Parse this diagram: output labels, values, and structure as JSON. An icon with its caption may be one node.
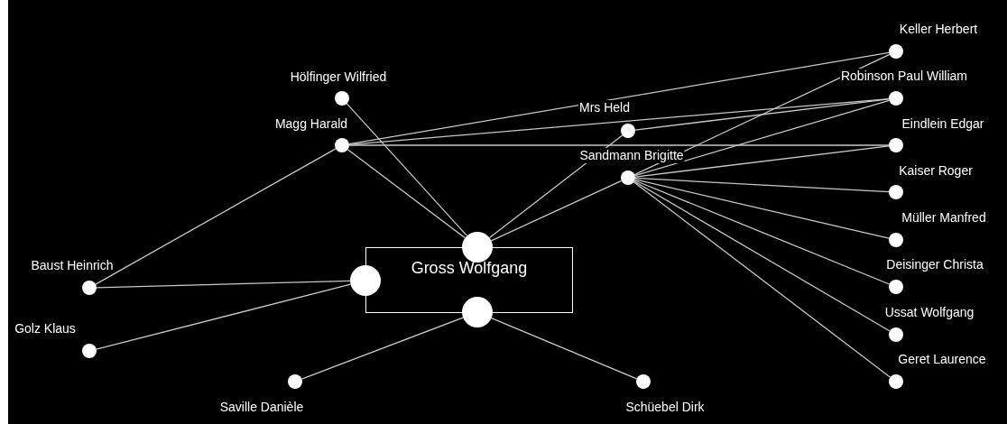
{
  "diagram": {
    "nodes": [
      {
        "text": [],
        "shape": "circle",
        "beside": [
          "Hölfinger Wilfried"
        ]
      },
      {
        "text": [],
        "shape": "circle",
        "beside": [
          "Magg Harald"
        ]
      },
      {
        "text": [],
        "shape": "circle",
        "beside": [
          "Mrs Held"
        ]
      },
      {
        "text": [],
        "shape": "circle",
        "beside": [
          "Sandmann Brigitte"
        ]
      },
      {
        "text": [],
        "shape": "circle",
        "beside": [
          "Keller Herbert"
        ]
      },
      {
        "text": [],
        "shape": "circle",
        "beside": [
          "Robinson Paul William"
        ]
      },
      {
        "text": [],
        "shape": "circle",
        "beside": [
          "Eindlein Edgar"
        ]
      },
      {
        "text": [],
        "shape": "circle",
        "beside": [
          "Kaiser Roger"
        ]
      },
      {
        "text": [],
        "shape": "circle",
        "beside": [
          "Müller Manfred"
        ]
      },
      {
        "text": [],
        "shape": "circle",
        "beside": [
          "Deisinger Christa"
        ]
      },
      {
        "text": [],
        "shape": "circle",
        "beside": [
          "Ussat Wolfgang"
        ]
      },
      {
        "text": [],
        "shape": "circle",
        "beside": [
          "Geret Laurence"
        ]
      },
      {
        "text": [],
        "shape": "circle",
        "beside": [
          "Baust Heinrich"
        ]
      },
      {
        "text": [],
        "shape": "circle",
        "beside": [
          "Golz Klaus"
        ]
      },
      {
        "text": [],
        "shape": "circle",
        "beside": [
          "Saville Danièle"
        ]
      },
      {
        "text": [],
        "shape": "circle",
        "beside": [
          "Schüebel Dirk"
        ]
      },
      {
        "text": [
          "Gross Wolfgang"
        ]
      },
      {
        "text": [],
        "shape": "circle"
      },
      {
        "text": [],
        "shape": "circle"
      },
      {
        "text": [],
        "shape": "circle"
      }
    ],
    "edges": [
      {
        "from": 0,
        "to": 17,
        "arrow": "none"
      },
      {
        "from": 1,
        "to": 17,
        "arrow": "none"
      },
      {
        "from": 1,
        "to": 4,
        "arrow": "none"
      },
      {
        "from": 1,
        "to": 5,
        "arrow": "none"
      },
      {
        "from": 1,
        "to": 6,
        "arrow": "none"
      },
      {
        "from": 12,
        "to": 1,
        "arrow": "none"
      },
      {
        "from": 12,
        "to": 18,
        "arrow": "none"
      },
      {
        "from": 13,
        "to": 18,
        "arrow": "none"
      },
      {
        "from": 2,
        "to": 17,
        "arrow": "none"
      },
      {
        "from": 2,
        "to": 5,
        "arrow": "none"
      },
      {
        "from": 3,
        "to": 17,
        "arrow": "none"
      },
      {
        "from": 3,
        "to": 4,
        "arrow": "none"
      },
      {
        "from": 3,
        "to": 5,
        "arrow": "none"
      },
      {
        "from": 3,
        "to": 6,
        "arrow": "none"
      },
      {
        "from": 3,
        "to": 7,
        "arrow": "none"
      },
      {
        "from": 3,
        "to": 8,
        "arrow": "none"
      },
      {
        "from": 3,
        "to": 9,
        "arrow": "none"
      },
      {
        "from": 3,
        "to": 10,
        "arrow": "none"
      },
      {
        "from": 3,
        "to": 11,
        "arrow": "none"
      },
      {
        "from": 19,
        "to": 14,
        "arrow": "none"
      },
      {
        "from": 19,
        "to": 15,
        "arrow": "none"
      }
    ]
  }
}
